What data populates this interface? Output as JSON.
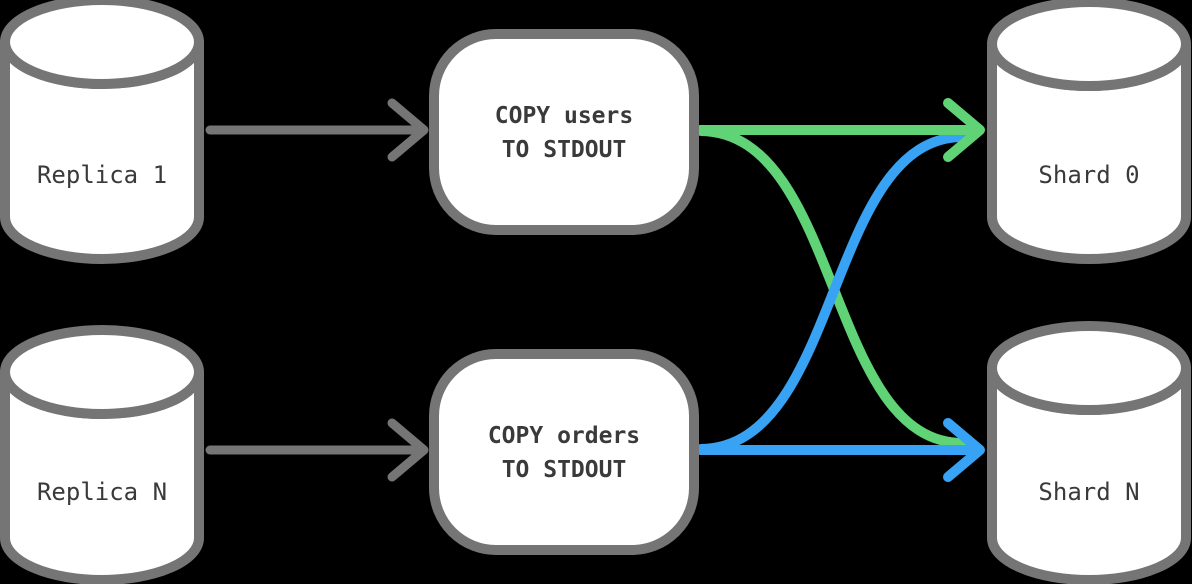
{
  "diagram": {
    "title": "logical replication copy fan-out from replicas to shards",
    "background": "#000000"
  },
  "colors": {
    "gray": "#757575",
    "green": "#5fd376",
    "blue": "#38a3f5",
    "shape_fill": "#ffffff",
    "text": "#3a3a3a"
  },
  "nodes": {
    "replica1": {
      "label": "Replica 1",
      "type": "database-cylinder"
    },
    "replicaN": {
      "label": "Replica N",
      "type": "database-cylinder"
    },
    "copy_users": {
      "line1": "COPY users",
      "line2": "TO STDOUT",
      "type": "process-box"
    },
    "copy_orders": {
      "line1": "COPY orders",
      "line2": "TO STDOUT",
      "type": "process-box"
    },
    "shard0": {
      "label": "Shard 0",
      "type": "database-cylinder"
    },
    "shardN": {
      "label": "Shard N",
      "type": "database-cylinder"
    }
  },
  "edges": [
    {
      "from": "Replica 1",
      "to": "COPY users TO STDOUT",
      "color": "#757575",
      "style": "straight-arrow"
    },
    {
      "from": "Replica N",
      "to": "COPY orders TO STDOUT",
      "color": "#757575",
      "style": "straight-arrow"
    },
    {
      "from": "COPY users TO STDOUT",
      "to": "Shard 0",
      "color": "#5fd376",
      "style": "straight-arrow"
    },
    {
      "from": "COPY users TO STDOUT",
      "to": "Shard N",
      "color": "#5fd376",
      "style": "s-curve"
    },
    {
      "from": "COPY orders TO STDOUT",
      "to": "Shard N",
      "color": "#38a3f5",
      "style": "straight-arrow"
    },
    {
      "from": "COPY orders TO STDOUT",
      "to": "Shard 0",
      "color": "#38a3f5",
      "style": "s-curve"
    }
  ]
}
